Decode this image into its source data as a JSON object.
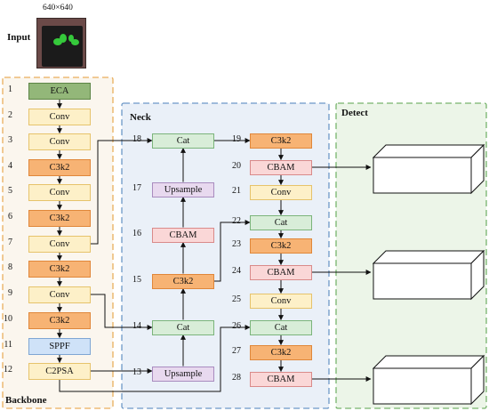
{
  "input": {
    "resolution": "640×640",
    "label": "Input"
  },
  "regions": {
    "backbone": "Backbone",
    "neck": "Neck",
    "detect": "Detect"
  },
  "colors": {
    "eca": "#93b779",
    "conv": "#fdf0c8",
    "c3k2": "#f7b374",
    "sppf": "#cfe2f8",
    "c2psa": "#fdf0c8",
    "cat": "#d8edd8",
    "cbam": "#fad7d7",
    "upsample": "#e8d9ef",
    "backbone_border": "#e9ae5c",
    "backbone_fill": "#fbf6ee",
    "neck_border": "#6c97c7",
    "neck_fill": "#eaf0f8",
    "detect_border": "#77b46c",
    "detect_fill": "#ecf5e8"
  },
  "backbone": [
    {
      "n": "1",
      "label": "ECA"
    },
    {
      "n": "2",
      "label": "Conv"
    },
    {
      "n": "3",
      "label": "Conv"
    },
    {
      "n": "4",
      "label": "C3k2"
    },
    {
      "n": "5",
      "label": "Conv"
    },
    {
      "n": "6",
      "label": "C3k2"
    },
    {
      "n": "7",
      "label": "Conv"
    },
    {
      "n": "8",
      "label": "C3k2"
    },
    {
      "n": "9",
      "label": "Conv"
    },
    {
      "n": "10",
      "label": "C3k2"
    },
    {
      "n": "11",
      "label": "SPPF"
    },
    {
      "n": "12",
      "label": "C2PSA"
    }
  ],
  "neck_left": [
    {
      "n": "18",
      "label": "Cat"
    },
    {
      "n": "17",
      "label": "Upsample"
    },
    {
      "n": "16",
      "label": "CBAM"
    },
    {
      "n": "15",
      "label": "C3k2"
    },
    {
      "n": "14",
      "label": "Cat"
    },
    {
      "n": "13",
      "label": "Upsample"
    }
  ],
  "neck_right": [
    {
      "n": "19",
      "label": "C3k2"
    },
    {
      "n": "20",
      "label": "CBAM"
    },
    {
      "n": "21",
      "label": "Conv"
    },
    {
      "n": "22",
      "label": "Cat"
    },
    {
      "n": "23",
      "label": "C3k2"
    },
    {
      "n": "24",
      "label": "CBAM"
    },
    {
      "n": "25",
      "label": "Conv"
    },
    {
      "n": "26",
      "label": "Cat"
    },
    {
      "n": "27",
      "label": "C3k2"
    },
    {
      "n": "28",
      "label": "CBAM"
    }
  ]
}
